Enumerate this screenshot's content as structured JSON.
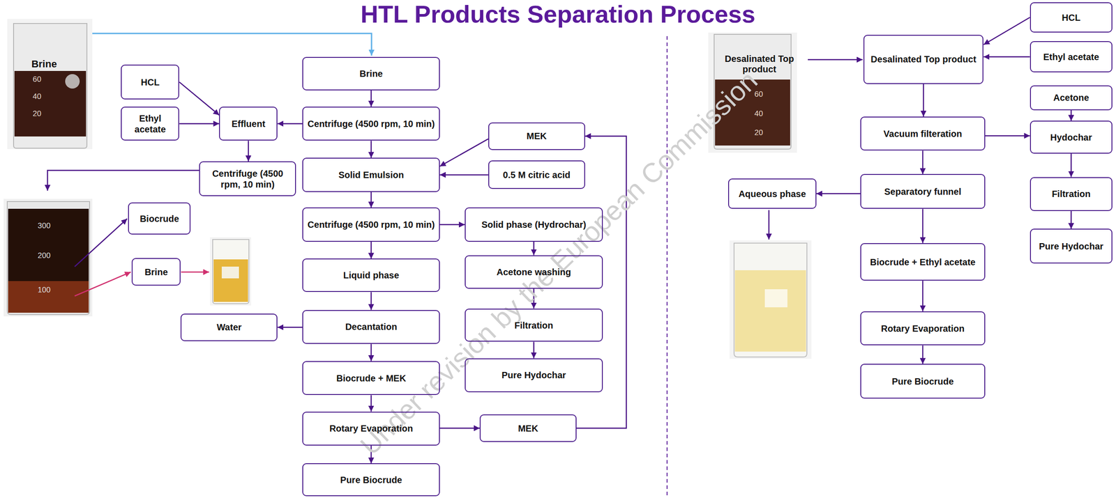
{
  "diagram": {
    "title": "HTL Products Separation Process",
    "nodes": [
      {
        "text": [
          "Brine"
        ]
      },
      {
        "text": [
          "Centrifuge (4500 rpm, 10 min)"
        ]
      },
      {
        "text": [
          "Solid Emulsion"
        ]
      },
      {
        "text": [
          "Centrifuge (4500 rpm, 10 min)"
        ]
      },
      {
        "text": [
          "Liquid phase"
        ]
      },
      {
        "text": [
          "Decantation"
        ]
      },
      {
        "text": [
          "Biocrude + MEK"
        ]
      },
      {
        "text": [
          "Rotary Evaporation"
        ]
      },
      {
        "text": [
          "Pure Biocrude"
        ]
      },
      {
        "text": [
          "HCL"
        ]
      },
      {
        "text": [
          "Ethyl acetate"
        ]
      },
      {
        "text": [
          "Effluent"
        ]
      },
      {
        "text": [
          "Centrifuge (4500 rpm, 10 min)"
        ]
      },
      {
        "text": [
          "Biocrude"
        ]
      },
      {
        "text": [
          "Brine"
        ]
      },
      {
        "text": [
          "Water"
        ]
      },
      {
        "text": [
          "MEK"
        ]
      },
      {
        "text": [
          "0.5 M citric acid"
        ]
      },
      {
        "text": [
          "Solid phase (Hydrochar)"
        ]
      },
      {
        "text": [
          "Acetone washing"
        ]
      },
      {
        "text": [
          "Filtration"
        ]
      },
      {
        "text": [
          "Pure Hydochar"
        ]
      },
      {
        "text": [
          "MEK"
        ]
      },
      {
        "text": [
          "Desalinated Top product"
        ]
      },
      {
        "text": [
          "HCL"
        ]
      },
      {
        "text": [
          "Ethyl acetate"
        ]
      },
      {
        "text": [
          "Vacuum filteration"
        ]
      },
      {
        "text": [
          "Acetone"
        ]
      },
      {
        "text": [
          "Hydochar"
        ]
      },
      {
        "text": [
          "Filtration"
        ]
      },
      {
        "text": [
          "Pure Hydochar"
        ]
      },
      {
        "text": [
          "Separatory funnel"
        ]
      },
      {
        "text": [
          "Aqueous phase"
        ]
      },
      {
        "text": [
          "Biocrude + Ethyl acetate"
        ]
      },
      {
        "text": [
          "Rotary Evaporation"
        ]
      },
      {
        "text": [
          "Pure Biocrude"
        ]
      }
    ],
    "edges": [
      {
        "from": 0,
        "to": 1,
        "arrow": "to"
      },
      {
        "from": 1,
        "to": 2,
        "arrow": "to"
      },
      {
        "from": 2,
        "to": 3,
        "arrow": "to"
      },
      {
        "from": 3,
        "to": 4,
        "arrow": "to"
      },
      {
        "from": 4,
        "to": 5,
        "arrow": "to"
      },
      {
        "from": 5,
        "to": 6,
        "arrow": "to"
      },
      {
        "from": 6,
        "to": 7,
        "arrow": "to"
      },
      {
        "from": 7,
        "to": 8,
        "arrow": "to"
      },
      {
        "from": 1,
        "to": 11,
        "arrow": "to"
      },
      {
        "from": 9,
        "to": 11,
        "arrow": "to"
      },
      {
        "from": 10,
        "to": 11,
        "arrow": "to"
      },
      {
        "from": 11,
        "to": 12,
        "arrow": "to"
      },
      {
        "from": 5,
        "to": 15,
        "arrow": "to"
      },
      {
        "from": 16,
        "to": 2,
        "arrow": "to"
      },
      {
        "from": 17,
        "to": 2,
        "arrow": "to"
      },
      {
        "from": 3,
        "to": 18,
        "arrow": "to"
      },
      {
        "from": 18,
        "to": 19,
        "arrow": "to"
      },
      {
        "from": 19,
        "to": 20,
        "arrow": "to"
      },
      {
        "from": 20,
        "to": 21,
        "arrow": "to"
      },
      {
        "from": 7,
        "to": 22,
        "arrow": "to"
      },
      {
        "from": 22,
        "to": 16,
        "arrow": "to"
      },
      {
        "from": 24,
        "to": 23,
        "arrow": "to"
      },
      {
        "from": 25,
        "to": 23,
        "arrow": "to"
      },
      {
        "from": 23,
        "to": 26,
        "arrow": "to"
      },
      {
        "from": 26,
        "to": 28,
        "arrow": "to"
      },
      {
        "from": 27,
        "to": 28,
        "arrow": "to"
      },
      {
        "from": 28,
        "to": 29,
        "arrow": "to"
      },
      {
        "from": 29,
        "to": 30,
        "arrow": "to"
      },
      {
        "from": 26,
        "to": 31,
        "arrow": "to"
      },
      {
        "from": 31,
        "to": 33,
        "arrow": "to"
      },
      {
        "from": 33,
        "to": 34,
        "arrow": "to"
      },
      {
        "from": 34,
        "to": 35,
        "arrow": "to"
      },
      {
        "from": 31,
        "to": 32,
        "arrow": "to"
      }
    ],
    "labels": [
      "Brine",
      "60",
      "40",
      "20",
      "300",
      "200",
      "100",
      "Desalinated Top product",
      "60",
      "40",
      "20",
      "Under revision by the European Commission"
    ]
  }
}
